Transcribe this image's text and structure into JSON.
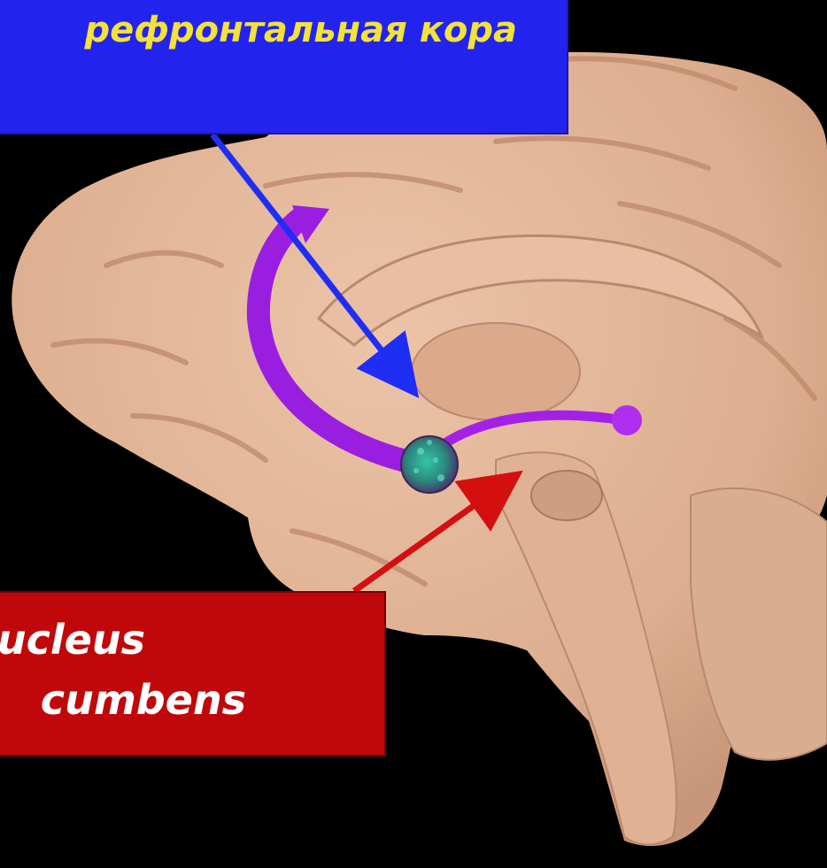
{
  "labels": {
    "top_text": "рефронтальная кора",
    "bottom_line1": "ucleus",
    "bottom_line2": "cumbens"
  },
  "colors": {
    "background": "#000000",
    "brain": "#e2b497",
    "brain_shadow": "#c48f72",
    "pathway": "#9a1ee0",
    "top_box": "#2323ef",
    "top_text": "#f2e23a",
    "top_arrow": "#1f2ef5",
    "bottom_box": "#c0080a",
    "bottom_text": "#ffffff",
    "bottom_arrow": "#d50f10",
    "nucleus": "#2aa58a"
  }
}
